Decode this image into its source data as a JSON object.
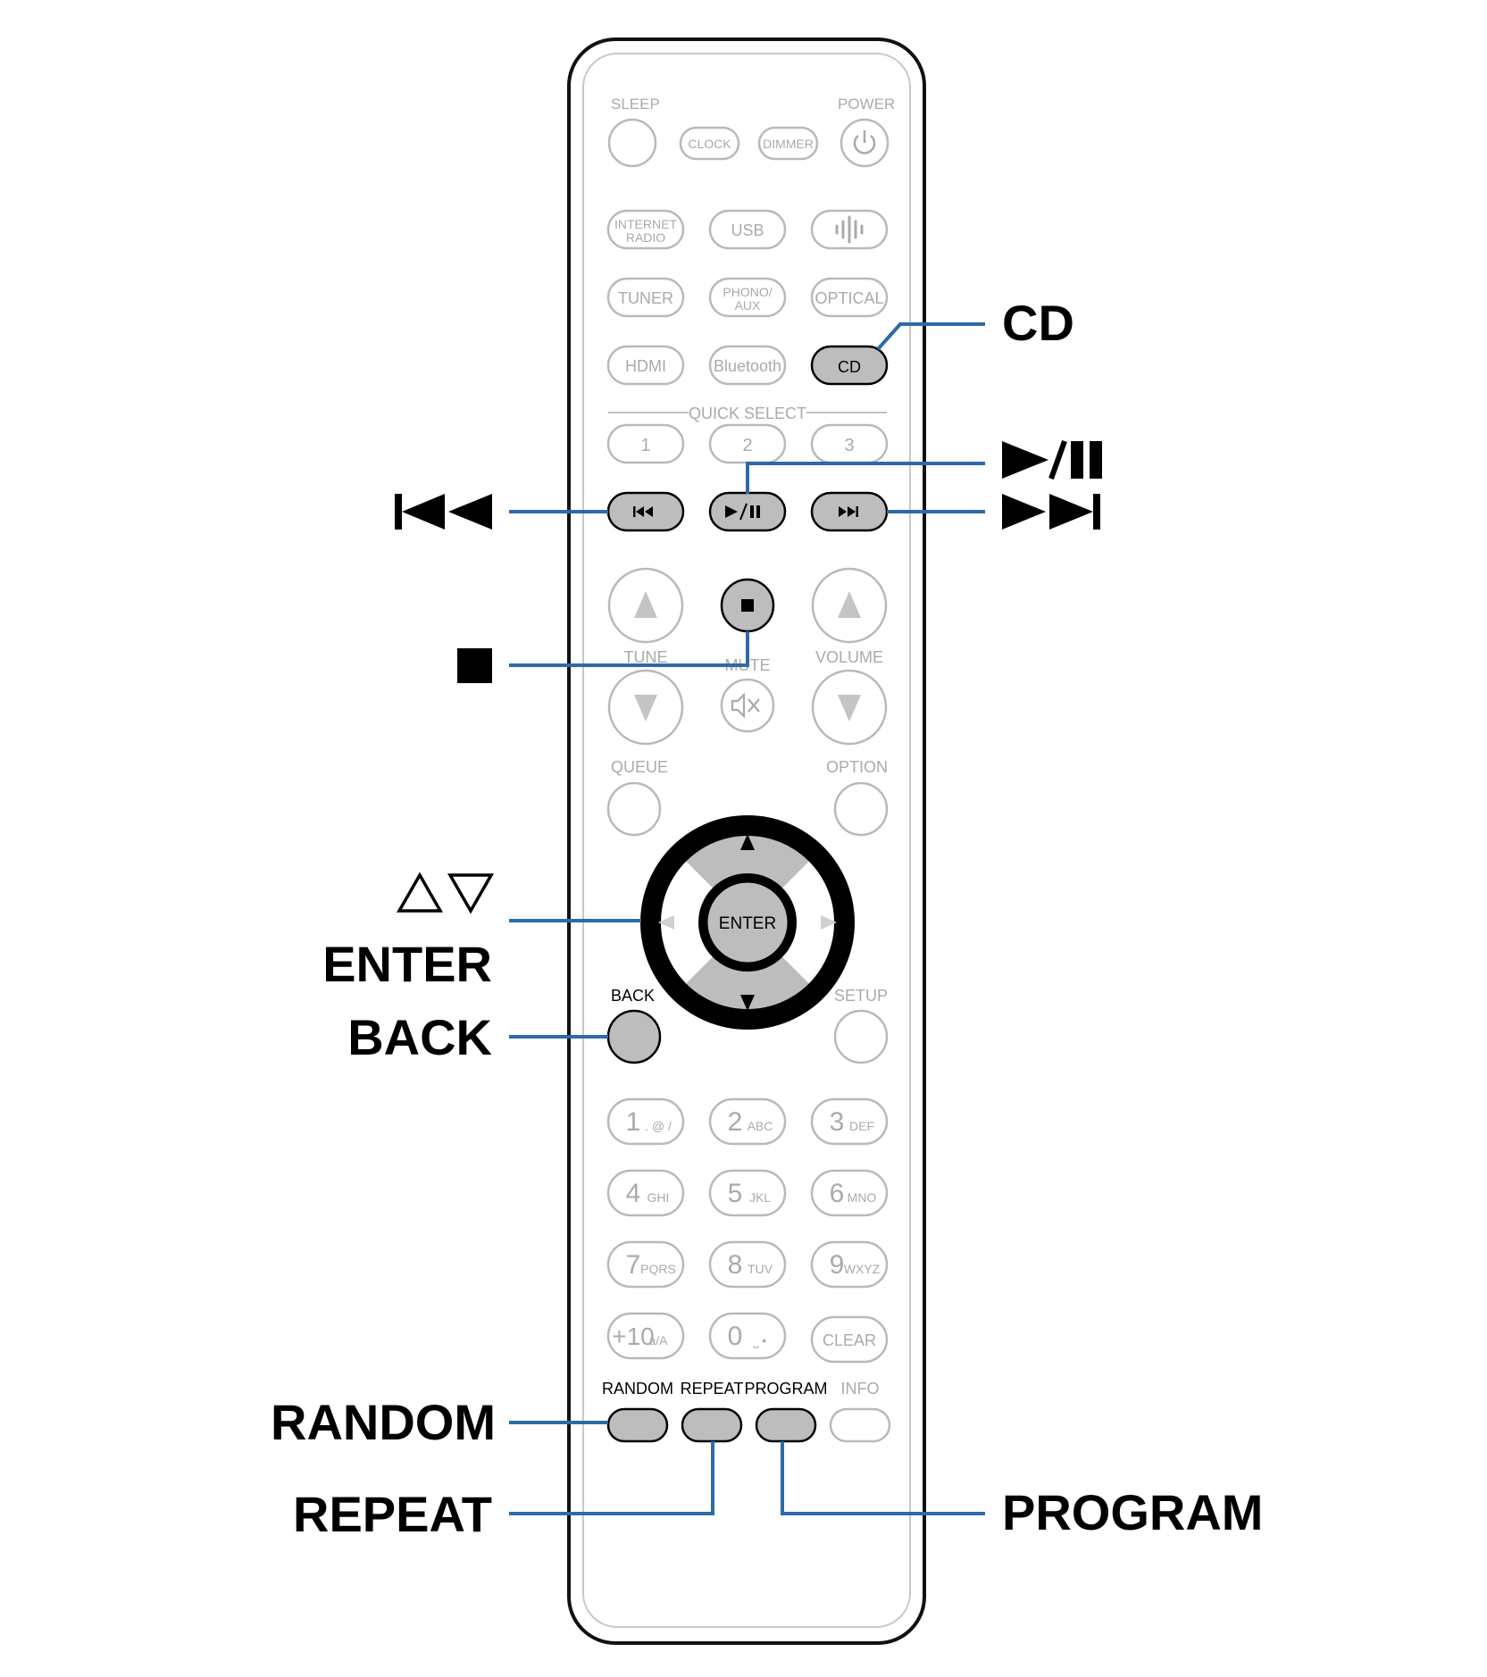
{
  "colors": {
    "leader": "#2e6aa8",
    "outline": "#b9b9b9",
    "outline_text": "#aaaaaa",
    "highlight_fill": "#bdbdbd",
    "ink": "#000000",
    "body_outer": "#111111",
    "dpad_ring": "#000000",
    "dpad_segment": "#bdbdbd"
  },
  "remote": {
    "sleep": "SLEEP",
    "power": "POWER",
    "power_icon": "power-icon",
    "clock": "CLOCK",
    "dimmer": "DIMMER",
    "internet_radio_line1": "INTERNET",
    "internet_radio_line2": "RADIO",
    "usb": "USB",
    "heos_icon": "heos-icon",
    "tuner": "TUNER",
    "phono_line1": "PHONO/",
    "phono_line2": "AUX",
    "optical": "OPTICAL",
    "hdmi": "HDMI",
    "bluetooth": "Bluetooth",
    "cd": "CD",
    "quick_select": "QUICK SELECT",
    "qs1": "1",
    "qs2": "2",
    "qs3": "3",
    "tune": "TUNE",
    "mute": "MUTE",
    "volume": "VOLUME",
    "queue": "QUEUE",
    "option": "OPTION",
    "enter": "ENTER",
    "back": "BACK",
    "setup": "SETUP",
    "keypad": [
      {
        "num": "1",
        "sub": ". @ /"
      },
      {
        "num": "2",
        "sub": "ABC"
      },
      {
        "num": "3",
        "sub": "DEF"
      },
      {
        "num": "4",
        "sub": "GHI"
      },
      {
        "num": "5",
        "sub": "JKL"
      },
      {
        "num": "6",
        "sub": "MNO"
      },
      {
        "num": "7",
        "sub": "PQRS"
      },
      {
        "num": "8",
        "sub": "TUV"
      },
      {
        "num": "9",
        "sub": "WXYZ"
      },
      {
        "num": "+10",
        "sub": "a/A"
      },
      {
        "num": "0",
        "sub": "⎵ •"
      }
    ],
    "clear": "CLEAR",
    "random": "RANDOM",
    "repeat": "REPEAT",
    "program": "PROGRAM",
    "info": "INFO"
  },
  "callouts": {
    "cd": "CD",
    "play_pause": "▶/❚❚",
    "prev": "⏮",
    "next": "⏭",
    "stop": "■",
    "cursor": "△▽",
    "enter": "ENTER",
    "back": "BACK",
    "random": "RANDOM",
    "repeat": "REPEAT",
    "program": "PROGRAM"
  }
}
